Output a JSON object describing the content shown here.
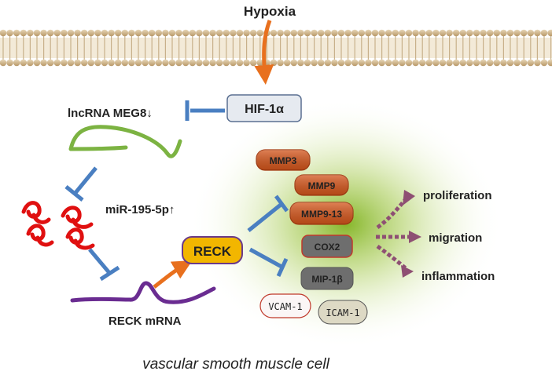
{
  "labels": {
    "hypoxia": "Hypoxia",
    "hif": "HIF-1α",
    "lncrna": "lncRNA MEG8↓",
    "mir": "miR-195-5p↑",
    "reck_mrna": "RECK mRNA",
    "reck": "RECK",
    "cell": "vascular smooth muscle cell"
  },
  "proteins": {
    "mmp3": "MMP3",
    "mmp9": "MMP9",
    "mmp9_13": "MMP9-13",
    "cox2": "COX2",
    "mip1b": "MIP-1β",
    "vcam1": "VCAM-1",
    "icam1": "ICAM-1"
  },
  "outcomes": {
    "proliferation": "proliferation",
    "migration": "migration",
    "inflammation": "inflammation"
  },
  "colors": {
    "membrane": "#c8b08a",
    "orange_arrow": "#e8701e",
    "inhibit": "#4a7fc1",
    "lncrna_line": "#7cb342",
    "mirna": "#e01010",
    "mrna": "#6a2c91",
    "outcome_arrow": "#8e4f73",
    "mmp_fill": "#d4561c",
    "cox_fill": "#6e6e6e",
    "reck_fill": "#f2b600",
    "hif_fill": "#e6eaf0"
  }
}
